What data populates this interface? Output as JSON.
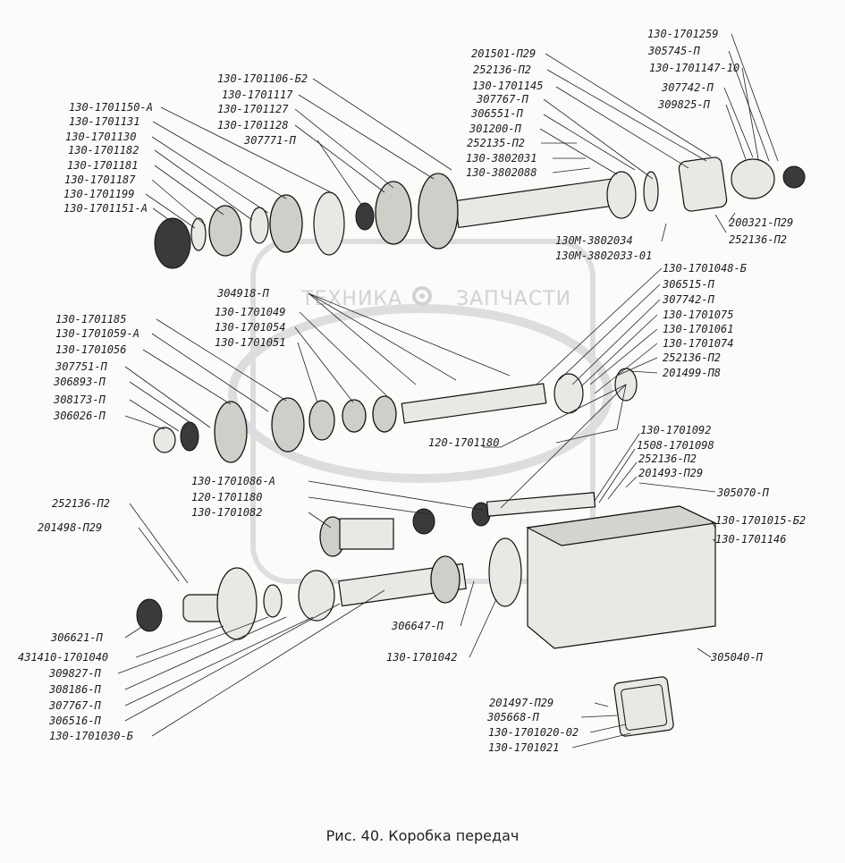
{
  "caption": "Рис. 40. Коробка передач",
  "watermark": {
    "left": "ТЕХНИКА",
    "right": "ЗАПЧАСТИ",
    "icon": "gear-icon",
    "color": "#c9cccd"
  },
  "labels": {
    "l_130_1701259": "130-1701259",
    "l_305745": "305745-П",
    "l_130_1701147_10": "130-1701147-10",
    "l_307742": "307742-П",
    "l_309825": "309825-П",
    "l_201501": "201501-П29",
    "l_252136_a": "252136-П2",
    "l_130_1701145": "130-1701145",
    "l_307767_a": "307767-П",
    "l_306551": "306551-П",
    "l_301200": "301200-П",
    "l_252135": "252135-П2",
    "l_130_3802031": "130-3802031",
    "l_130_3802088": "130-3802088",
    "l_130_1701106": "130-1701106-Б2",
    "l_130_1701117": "130-1701117",
    "l_130_1701127": "130-1701127",
    "l_130_1701128": "130-1701128",
    "l_307771": "307771-П",
    "l_130_1701150": "130-1701150-А",
    "l_130_1701131": "130-1701131",
    "l_130_1701130": "130-1701130",
    "l_130_1701182": "130-1701182",
    "l_130_1701181": "130-1701181",
    "l_130_1701187": "130-1701187",
    "l_130_1701199": "130-1701199",
    "l_130_1701151": "130-1701151-А",
    "l_200321": "200321-П29",
    "l_252136_b": "252136-П2",
    "l_130m_3802034": "130М-3802034",
    "l_130m_3802033": "130М-3802033-01",
    "l_130_1701048": "130-1701048-Б",
    "l_306515": "306515-П",
    "l_307742_b": "307742-П",
    "l_130_1701075": "130-1701075",
    "l_130_1701061": "130-1701061",
    "l_130_1701074": "130-1701074",
    "l_252136_c": "252136-П2",
    "l_201499": "201499-П8",
    "l_304918": "304918-П",
    "l_130_1701049": "130-1701049",
    "l_130_1701054": "130-1701054",
    "l_130_1701051": "130-1701051",
    "l_130_1701185": "130-1701185",
    "l_130_1701059": "130-1701059-А",
    "l_130_1701056": "130-1701056",
    "l_307751": "307751-П",
    "l_306893": "306893-П",
    "l_308173": "308173-П",
    "l_306026": "306026-П",
    "l_120_1701180_a": "120-1701180",
    "l_130_1701092": "130-1701092",
    "l_1508_1701098": "1508-1701098",
    "l_252136_d": "252136-П2",
    "l_201493": "201493-П29",
    "l_305070": "305070-П",
    "l_130_1701086": "130-1701086-А",
    "l_120_1701180_b": "120-1701180",
    "l_130_1701082": "130-1701082",
    "l_130_1701015": "130-1701015-Б2",
    "l_130_1701146": "130-1701146",
    "l_252136_e": "252136-П2",
    "l_201498": "201498-П29",
    "l_306621": "306621-П",
    "l_431410": "431410-1701040",
    "l_309827": "309827-П",
    "l_308186": "308186-П",
    "l_307767_b": "307767-П",
    "l_306516": "306516-П",
    "l_130_1701030": "130-1701030-Б",
    "l_306647": "306647-П",
    "l_130_1701042": "130-1701042",
    "l_305040": "305040-П",
    "l_201497": "201497-П29",
    "l_305668": "305668-П",
    "l_130_1701020": "130-1701020-02",
    "l_130_1701021": "130-1701021"
  }
}
